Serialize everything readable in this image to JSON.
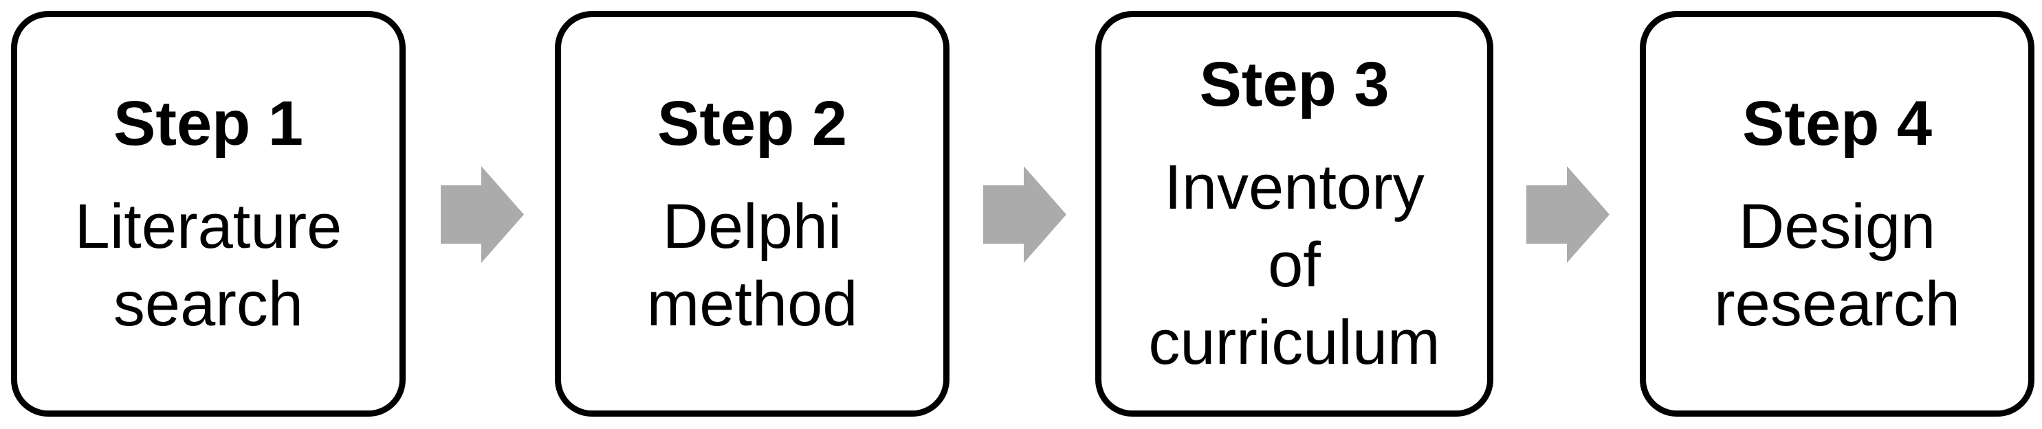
{
  "diagram": {
    "background_color": "#ffffff",
    "box_border_color": "#000000",
    "box_fill_color": "#ffffff",
    "text_color": "#000000",
    "arrow_color": "#ababab",
    "steps": [
      {
        "title": "Step 1",
        "body_lines": [
          "Literature",
          "search"
        ]
      },
      {
        "title": "Step 2",
        "body_lines": [
          "Delphi",
          "method"
        ]
      },
      {
        "title": "Step 3",
        "body_lines": [
          "Inventory",
          "of",
          "curriculum"
        ]
      },
      {
        "title": "Step 4",
        "body_lines": [
          "Design",
          "research"
        ]
      }
    ]
  }
}
